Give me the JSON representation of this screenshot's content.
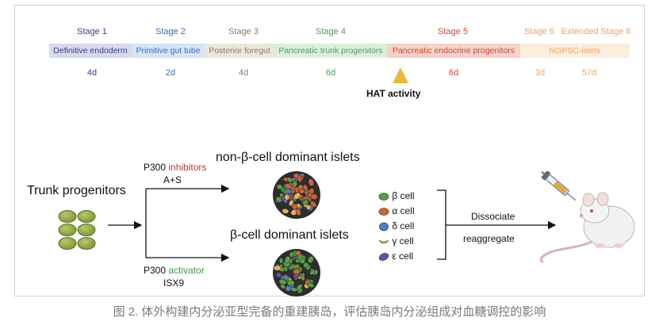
{
  "stages": [
    {
      "label": "Stage 1",
      "band": "Definitive endoderm",
      "days": "4d",
      "color": "#3c3c8c",
      "bg": "#d9d9ee"
    },
    {
      "label": "Stage 2",
      "band": "Primitive gut tube",
      "days": "2d",
      "color": "#3f6fb5",
      "bg": "#d7e4f3"
    },
    {
      "label": "Stage 3",
      "band": "Posterior foregut",
      "days": "4d",
      "color": "#8c7a62",
      "bg": "#ece6de"
    },
    {
      "label": "Stage 4",
      "band": "Pancreatic trunk progenitors",
      "days": "6d",
      "color": "#4a9e5c",
      "bg": "#dcefdc"
    },
    {
      "label": "Stage 5",
      "band": "Pancreatic endocrine progenitors",
      "days": "6d",
      "color": "#c44a36",
      "bg": "#f6d2c9"
    },
    {
      "label": "Stage 6",
      "band": "hCiPSC-islets",
      "days": "3d",
      "color": "#e8a56a",
      "bg": "#fbeedd"
    },
    {
      "label": "Extended Stage 6",
      "band": "",
      "days": "57d",
      "color": "#e8a56a",
      "bg": "#fbeedd"
    }
  ],
  "hat_activity": "HAT activity",
  "trunk_progenitors": "Trunk progenitors",
  "top_branch": {
    "p300": "P300 ",
    "modifier": "inhibitors",
    "compound": "A+S",
    "modifier_color": "#b83a2e"
  },
  "bottom_branch": {
    "p300": "P300 ",
    "modifier": "activator",
    "compound": "ISX9",
    "modifier_color": "#3e9a45"
  },
  "non_beta_title": "non-β-cell dominant islets",
  "beta_title": "β-cell dominant islets",
  "legend": [
    {
      "label": "β cell",
      "color": "#5a9e4a"
    },
    {
      "label": "α cell",
      "color": "#c8663a"
    },
    {
      "label": "δ cell",
      "color": "#4e82c0"
    },
    {
      "label": "γ cell",
      "color": "#e6b15a"
    },
    {
      "label": "ε cell",
      "color": "#6a4e9e"
    }
  ],
  "dissociate": "Dissociate",
  "reaggregate": "reaggregate",
  "caption": "图 2. 体外构建内分泌亚型完备的重建胰岛，评估胰岛内分泌组成对血糖调控的影响"
}
